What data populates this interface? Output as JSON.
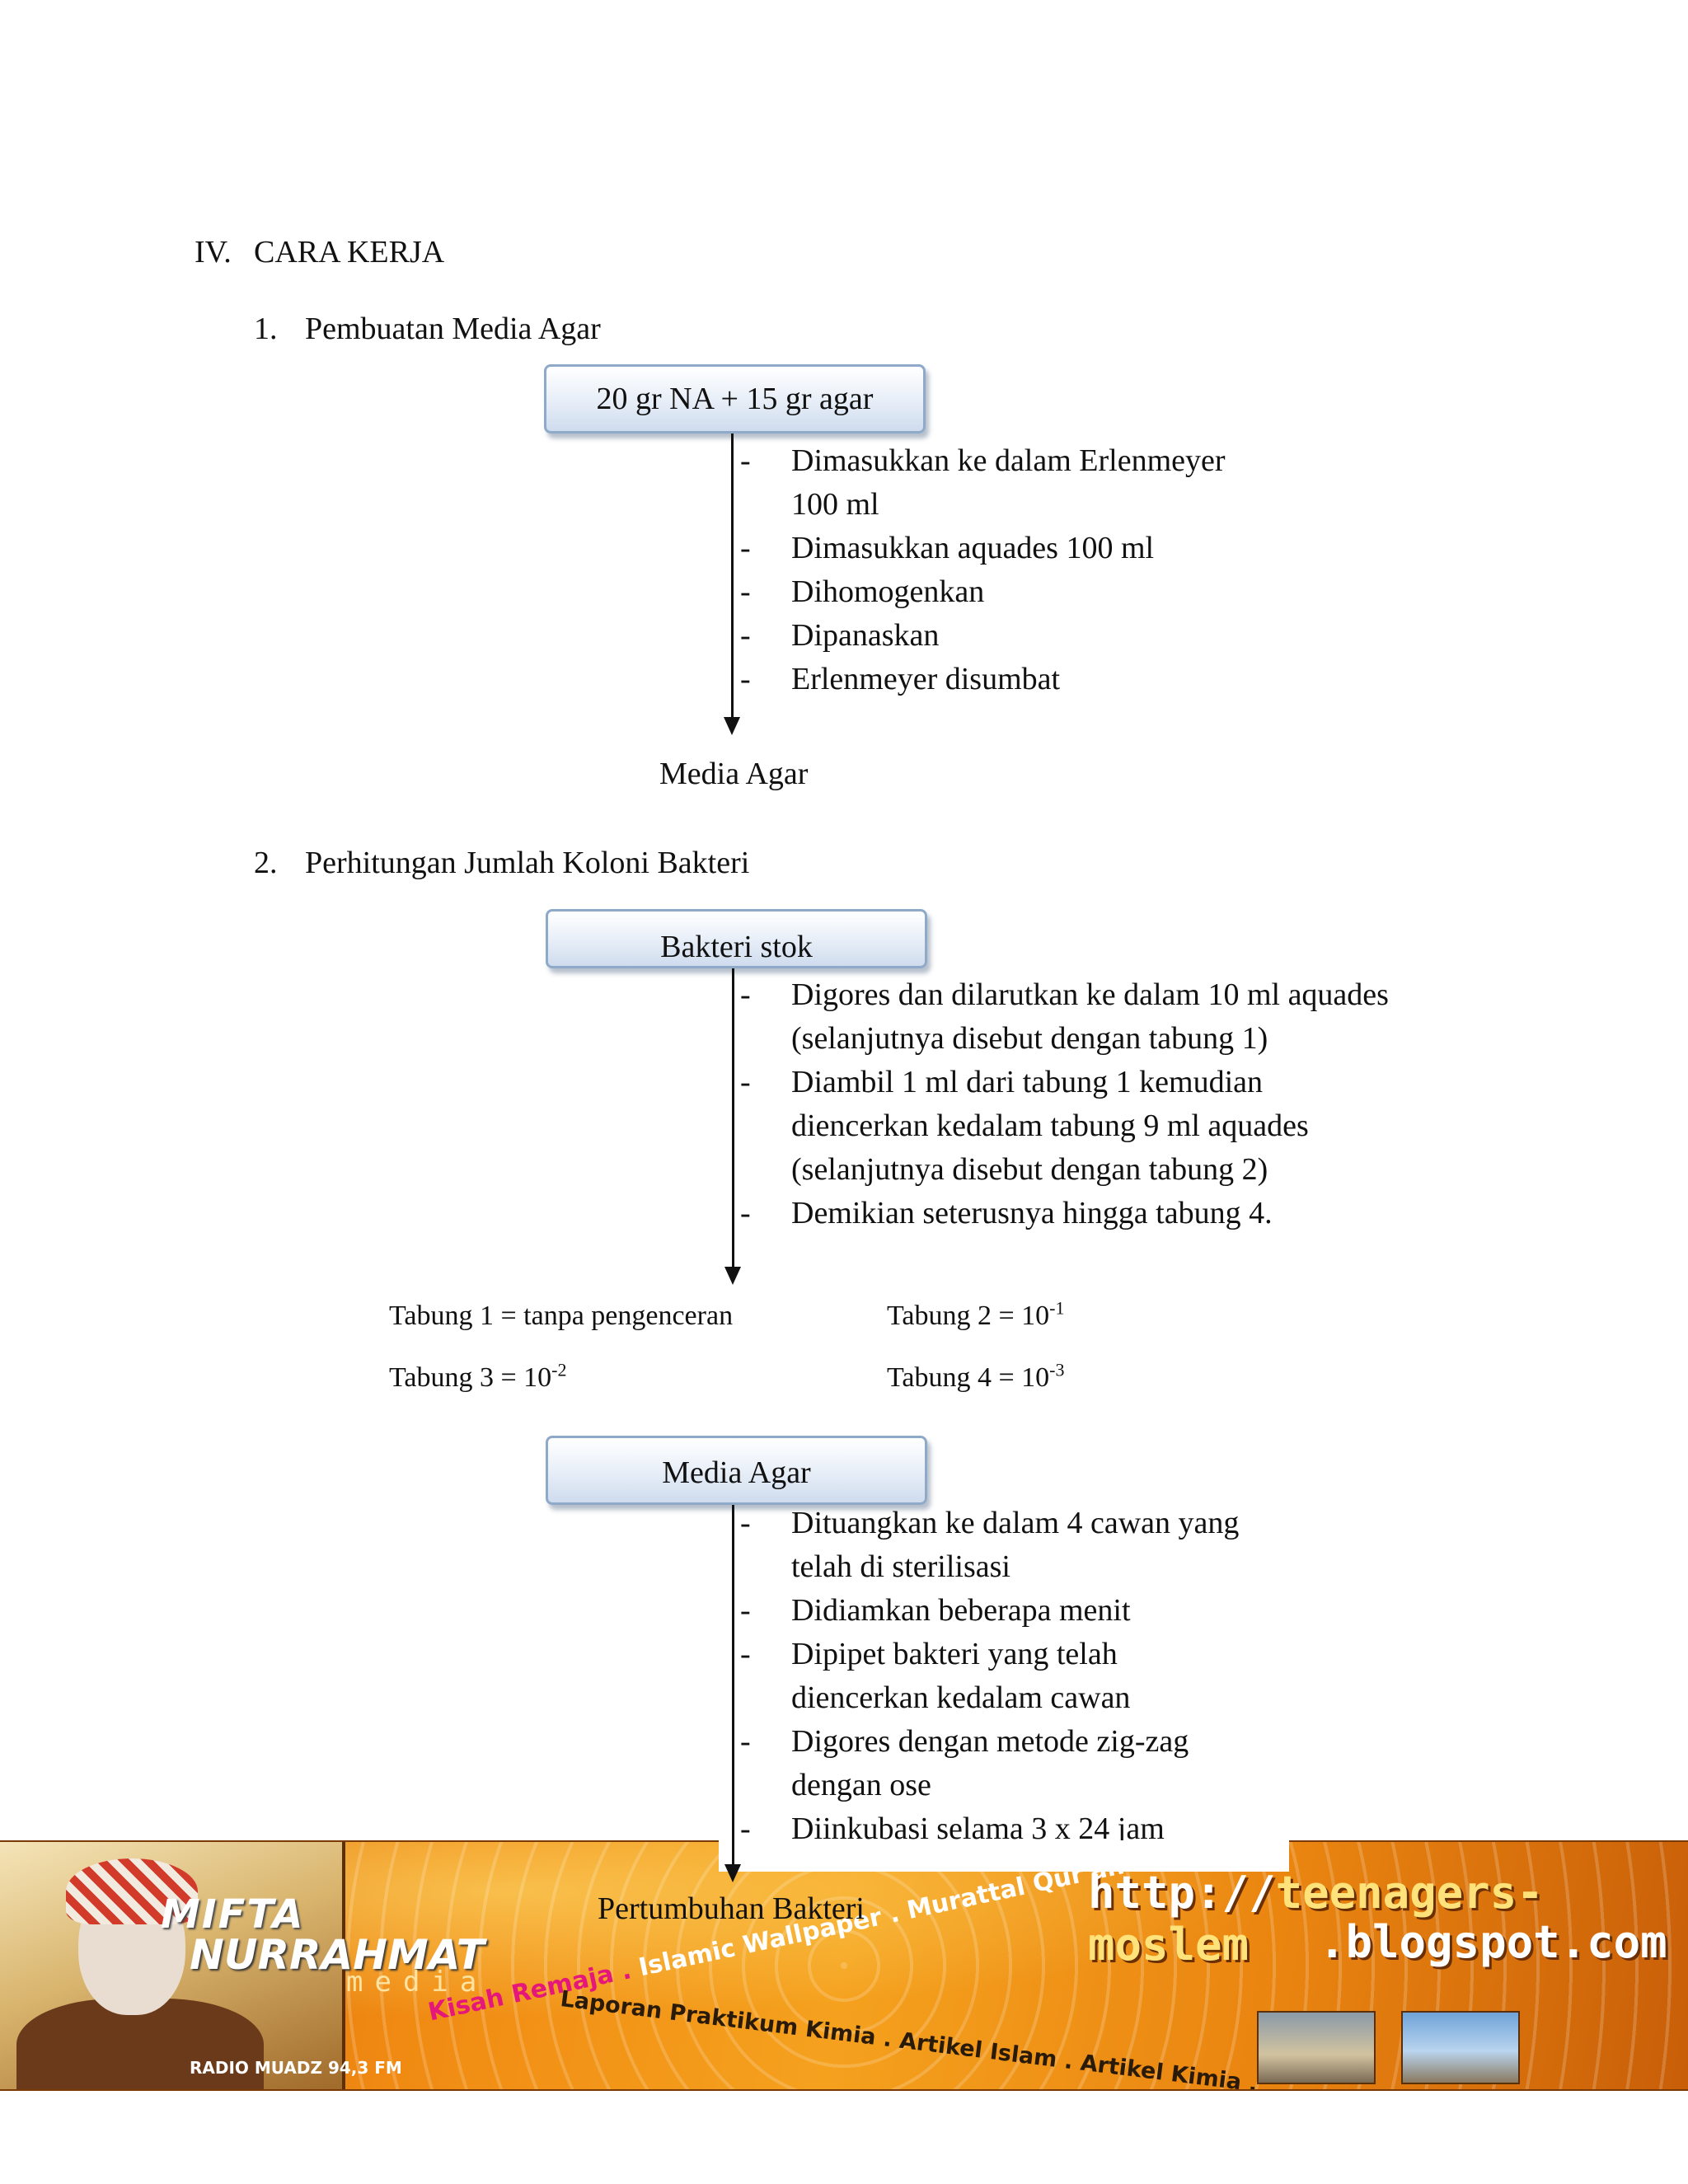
{
  "section": {
    "number": "IV.",
    "title": "CARA KERJA"
  },
  "sub1": {
    "number": "1.",
    "title": "Pembuatan Media Agar",
    "start_box": "20 gr NA + 15 gr agar",
    "dash": "-",
    "steps": [
      "Dimasukkan ke dalam Erlenmeyer\n100 ml",
      "Dimasukkan aquades 100 ml",
      "Dihomogenkan",
      "Dipanaskan",
      "Erlenmeyer disumbat"
    ],
    "result": "Media Agar"
  },
  "sub2": {
    "number": "2.",
    "title": "Perhitungan Jumlah Koloni Bakteri",
    "start_box": "Bakteri stok",
    "dash": "-",
    "steps": [
      "Digores dan dilarutkan ke dalam 10 ml aquades\n(selanjutnya disebut dengan tabung 1)",
      "Diambil 1 ml dari tabung 1 kemudian\ndiencerkan kedalam tabung 9 ml aquades\n(selanjutnya disebut dengan tabung 2)",
      "Demikian seterusnya hingga tabung 4."
    ],
    "tubes": {
      "t1": "Tabung 1 = tanpa pengenceran",
      "t2_base": "Tabung 2 = 10",
      "t2_exp": "-1",
      "t3_base": "Tabung 3 = 10",
      "t3_exp": "-2",
      "t4_base": "Tabung 4 = 10",
      "t4_exp": "-3"
    },
    "second_box": "Media Agar",
    "steps2": [
      "Dituangkan ke dalam 4 cawan yang\ntelah di sterilisasi",
      "Didiamkan beberapa menit",
      "Dipipet bakteri yang telah\ndiencerkan kedalam cawan",
      "Digores dengan metode zig-zag\ndengan ose",
      "Diinkubasi selama 3 x 24 jam"
    ],
    "result": "Pertumbuhan Bakteri"
  },
  "banner": {
    "logo_line1": "MIFTA",
    "logo_line2": "NURRAHMAT",
    "logo_line3": "media",
    "radio": "RADIO MUADZ 94,3 FM",
    "url_prefix": "http://",
    "url_host": "teenagers-moslem",
    "url_suffix": ".blogspot.com",
    "tagline1_a": "Kisah Remaja . ",
    "tagline1_b": "Islamic Wallpaper",
    "tagline1_c": " . Murattal Qur'an . Naasyiid .",
    "tagline2": "Laporan Praktikum Kimia . Artikel Islam . Artikel Kimia ."
  },
  "colors": {
    "box_border": "#8fa9c8",
    "banner_orange": "#f08a12",
    "tagline_pink": "#e5177a"
  }
}
